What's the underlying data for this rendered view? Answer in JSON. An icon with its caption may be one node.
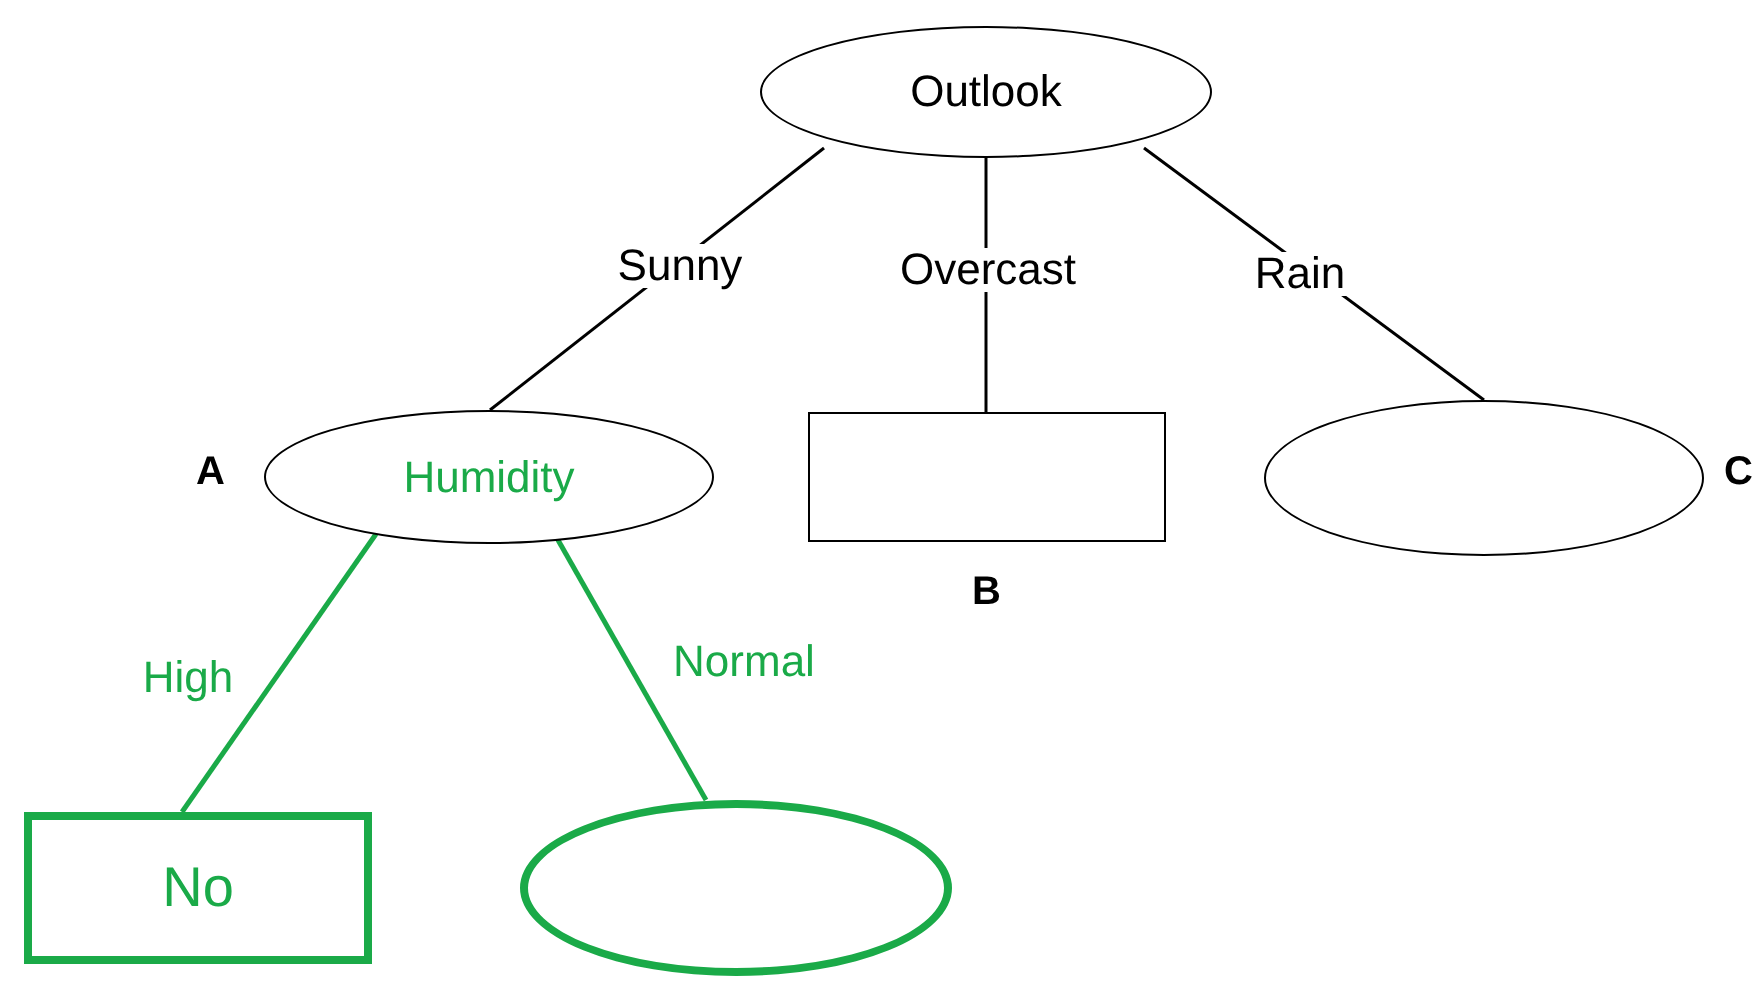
{
  "diagram": {
    "nodes": [
      {
        "text": [
          "Outlook"
        ]
      },
      {
        "text": [
          "Humidity"
        ],
        "beside": [
          "A"
        ]
      },
      {
        "text": [],
        "shape": "box",
        "beside": [
          "B"
        ]
      },
      {
        "text": [],
        "shape": "circle",
        "beside": [
          "C"
        ]
      },
      {
        "text": [
          "No"
        ]
      },
      {
        "text": [],
        "shape": "circle"
      }
    ],
    "edges": [
      {
        "from": 0,
        "to": 1,
        "arrow": "none",
        "label": "Sunny"
      },
      {
        "from": 0,
        "to": 2,
        "arrow": "none",
        "label": "Overcast"
      },
      {
        "from": 0,
        "to": 3,
        "arrow": "none",
        "label": "Rain"
      },
      {
        "from": 1,
        "to": 4,
        "arrow": "none",
        "label": "High",
        "color": "#1aaa48"
      },
      {
        "from": 1,
        "to": 5,
        "arrow": "none",
        "label": "Normal",
        "color": "#1aaa48"
      }
    ]
  }
}
